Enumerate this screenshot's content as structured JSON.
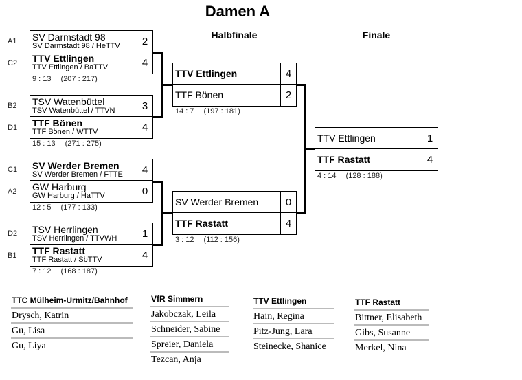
{
  "title": "Damen A",
  "rounds": {
    "semifinal": "Halbfinale",
    "final": "Finale"
  },
  "quarterfinals": [
    {
      "teams": [
        {
          "seed": "A1",
          "name": "SV Darmstadt 98",
          "sub": "SV Darmstadt 98 / HeTTV",
          "score": "2",
          "winner": false
        },
        {
          "seed": "C2",
          "name": "TTV Ettlingen",
          "sub": "TTV Ettlingen / BaTTV",
          "score": "4",
          "winner": true
        }
      ],
      "sets": "9 : 13",
      "points": "(207 : 217)"
    },
    {
      "teams": [
        {
          "seed": "B2",
          "name": "TSV Watenbüttel",
          "sub": "TSV Watenbüttel / TTVN",
          "score": "3",
          "winner": false
        },
        {
          "seed": "D1",
          "name": "TTF Bönen",
          "sub": "TTF Bönen / WTTV",
          "score": "4",
          "winner": true
        }
      ],
      "sets": "15 : 13",
      "points": "(271 : 275)"
    },
    {
      "teams": [
        {
          "seed": "C1",
          "name": "SV Werder Bremen",
          "sub": "SV Werder Bremen / FTTE",
          "score": "4",
          "winner": true
        },
        {
          "seed": "A2",
          "name": "GW Harburg",
          "sub": "GW Harburg / HaTTV",
          "score": "0",
          "winner": false
        }
      ],
      "sets": "12 : 5",
      "points": "(177 : 133)"
    },
    {
      "teams": [
        {
          "seed": "D2",
          "name": "TSV Herrlingen",
          "sub": "TSV Herrlingen / TTVWH",
          "score": "1",
          "winner": false
        },
        {
          "seed": "B1",
          "name": "TTF Rastatt",
          "sub": "TTF Rastatt / SbTTV",
          "score": "4",
          "winner": true
        }
      ],
      "sets": "7 : 12",
      "points": "(168 : 187)"
    }
  ],
  "semifinals": [
    {
      "teams": [
        {
          "name": "TTV Ettlingen",
          "score": "4",
          "winner": true
        },
        {
          "name": "TTF Bönen",
          "score": "2",
          "winner": false
        }
      ],
      "sets": "14 : 7",
      "points": "(197 : 181)"
    },
    {
      "teams": [
        {
          "name": "SV Werder Bremen",
          "score": "0",
          "winner": false
        },
        {
          "name": "TTF Rastatt",
          "score": "4",
          "winner": true
        }
      ],
      "sets": "3 : 12",
      "points": "(112 : 156)"
    }
  ],
  "final": {
    "teams": [
      {
        "name": "TTV Ettlingen",
        "score": "1",
        "winner": false
      },
      {
        "name": "TTF Rastatt",
        "score": "4",
        "winner": true
      }
    ],
    "sets": "4 : 14",
    "points": "(128 : 188)"
  },
  "rosters": [
    {
      "team": "TTC Mülheim-Urmitz/Bahnhof",
      "players": [
        "Drysch, Katrin",
        "Gu, Lisa",
        "Gu, Liya"
      ]
    },
    {
      "team": "VfR Simmern",
      "players": [
        "Jakobczak, Leila",
        "Schneider, Sabine",
        "Spreier, Daniela",
        "Tezcan, Anja"
      ]
    },
    {
      "team": "TTV Ettlingen",
      "players": [
        "Hain, Regina",
        "Pitz-Jung, Lara",
        "Steinecke, Shanice"
      ]
    },
    {
      "team": "TTF Rastatt",
      "players": [
        "Bittner, Elisabeth",
        "Gibs, Susanne",
        "Merkel, Nina"
      ]
    }
  ]
}
